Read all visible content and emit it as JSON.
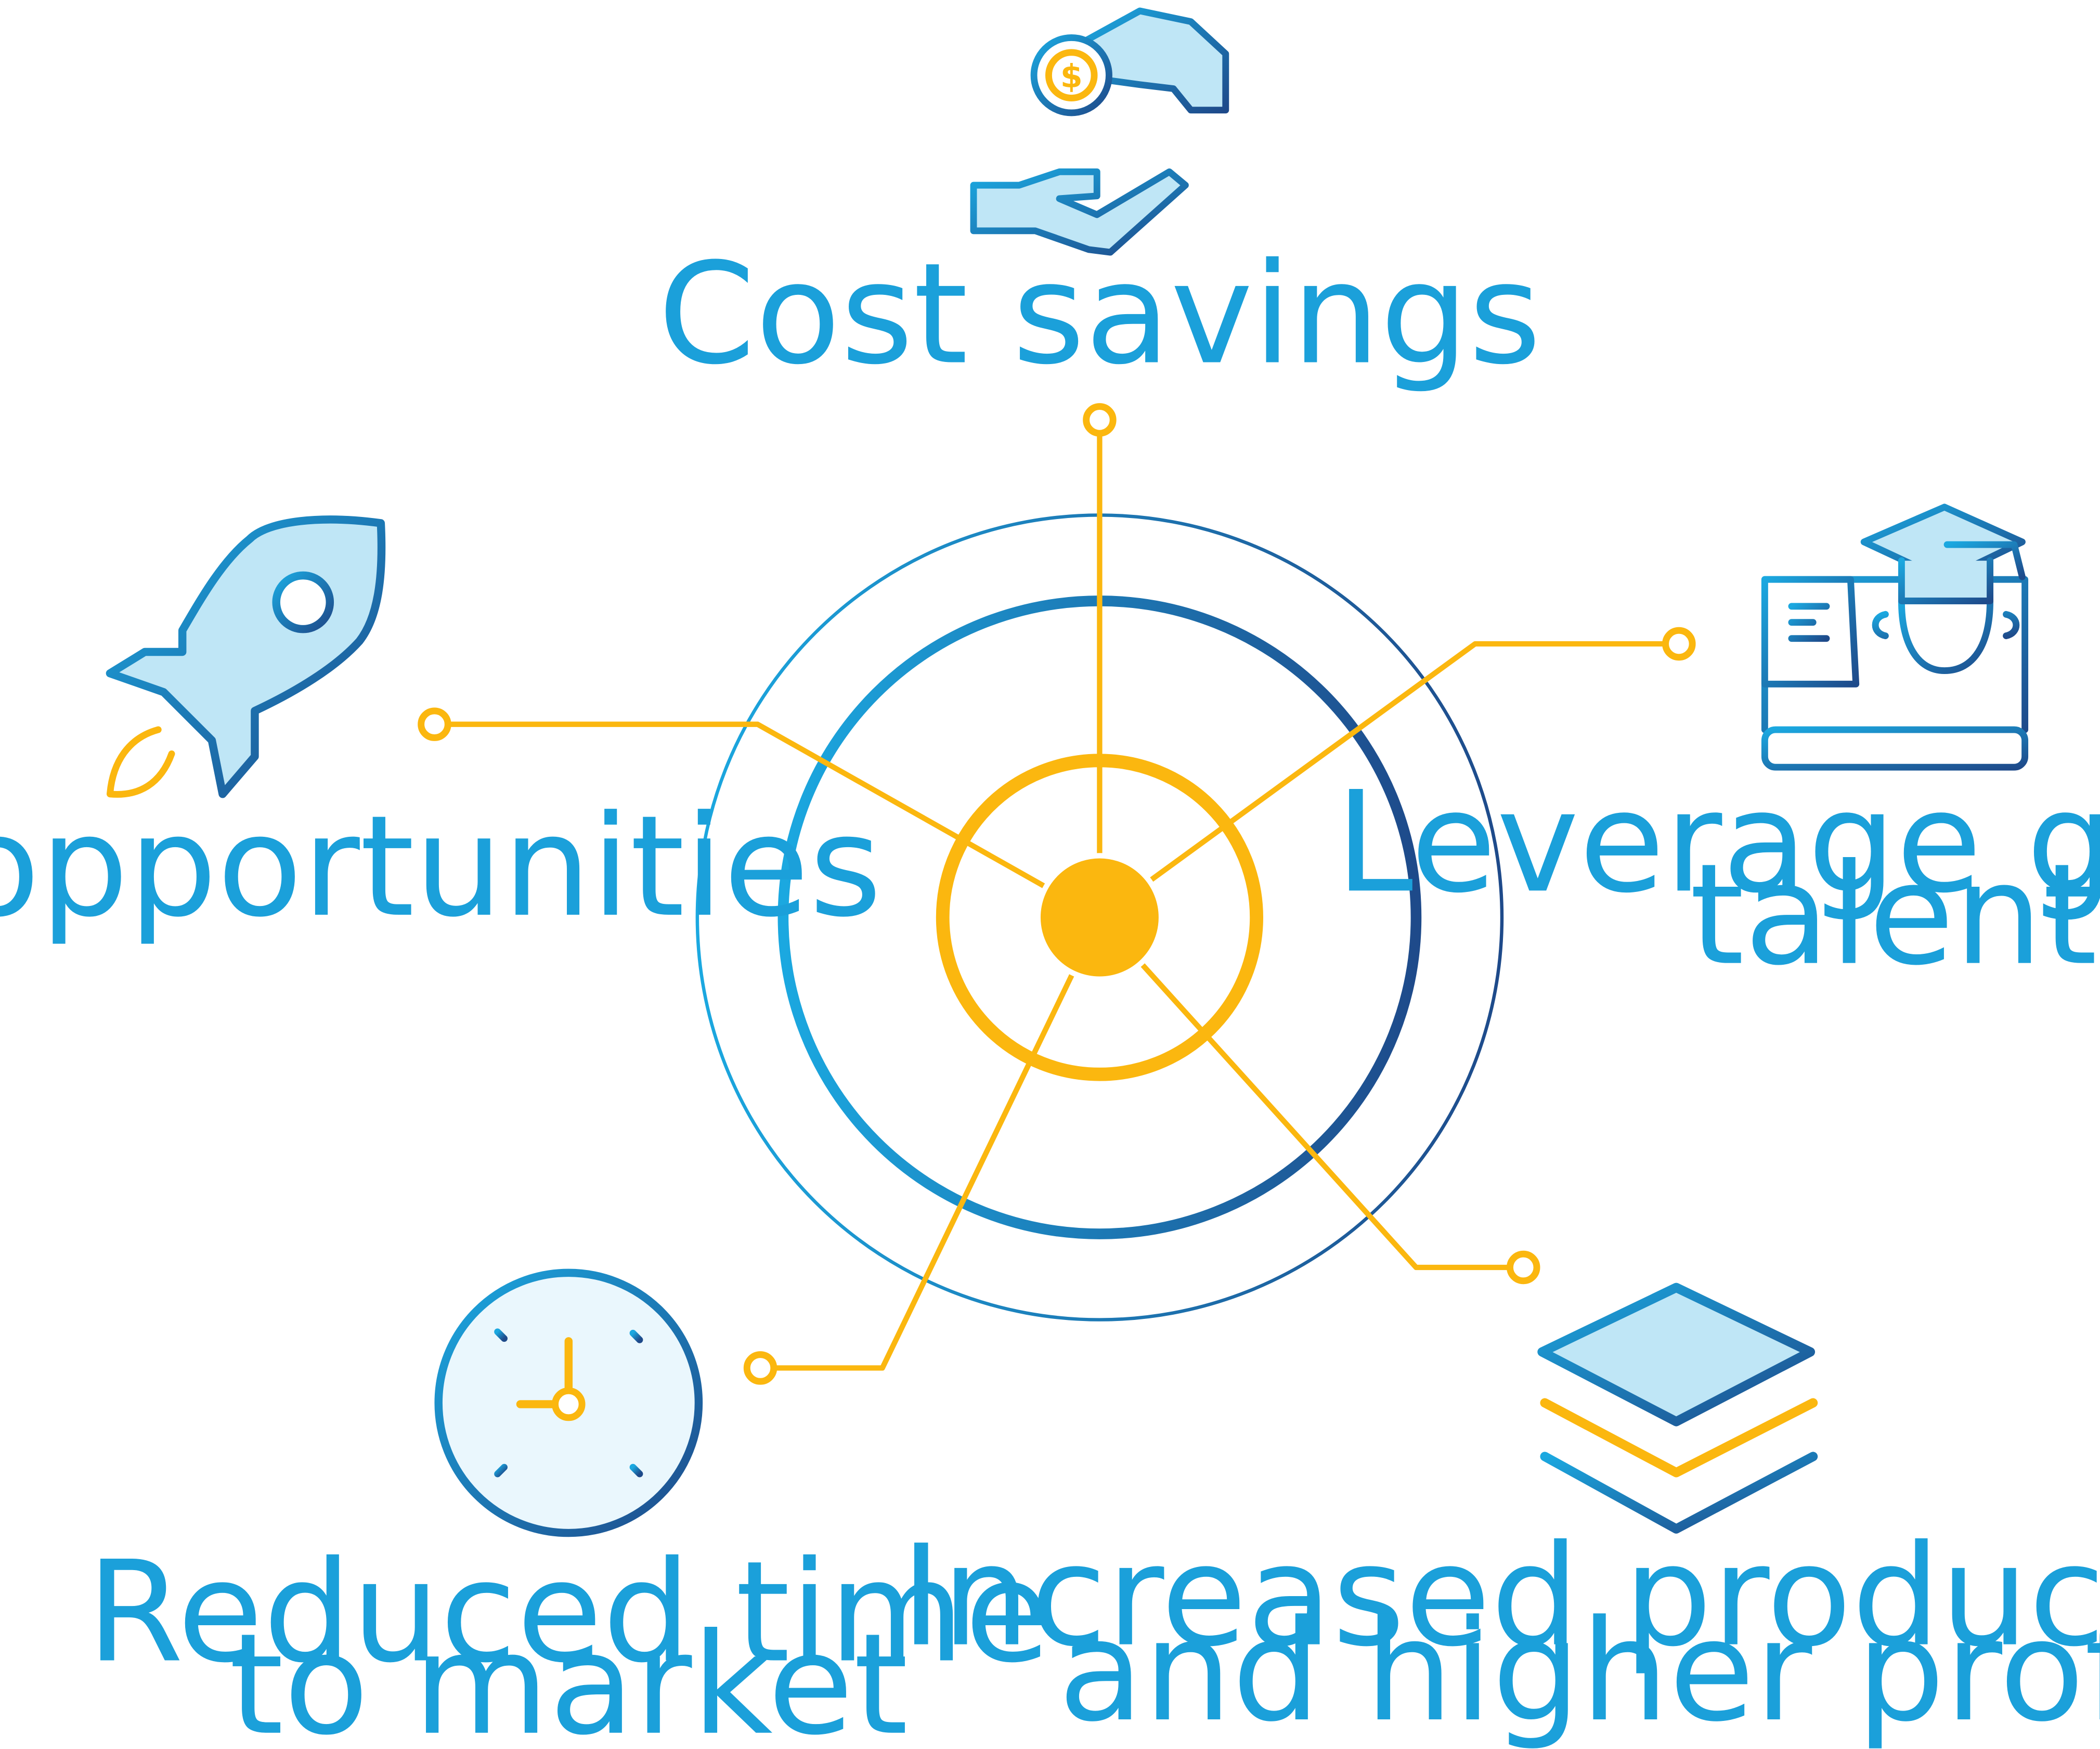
{
  "colors": {
    "accent_yellow": "#fbb70f",
    "text_blue": "#1ba0da",
    "ring_light": "#1e9ad7",
    "ring_dark": "#1e4a8a",
    "icon_fill": "#bfe6f6",
    "icon_fill_light": "#eaf7fd"
  },
  "labels": {
    "cost_savings": "Cost savings",
    "leverage_line1": "Leverage global",
    "leverage_line2": "talent",
    "productivity_line1": "Increased productivity",
    "productivity_line2": "and higher profits",
    "reduced_line1": "Reduced time",
    "reduced_line2": "to market",
    "new_opportunities": "New opportunities"
  },
  "icons": {
    "cost_savings": "hands-coin-icon",
    "leverage_talent": "laptop-graduate-icon",
    "productivity": "layers-icon",
    "reduced_time": "clock-icon",
    "new_opportunities": "rocket-icon",
    "coin_symbol": "$"
  }
}
